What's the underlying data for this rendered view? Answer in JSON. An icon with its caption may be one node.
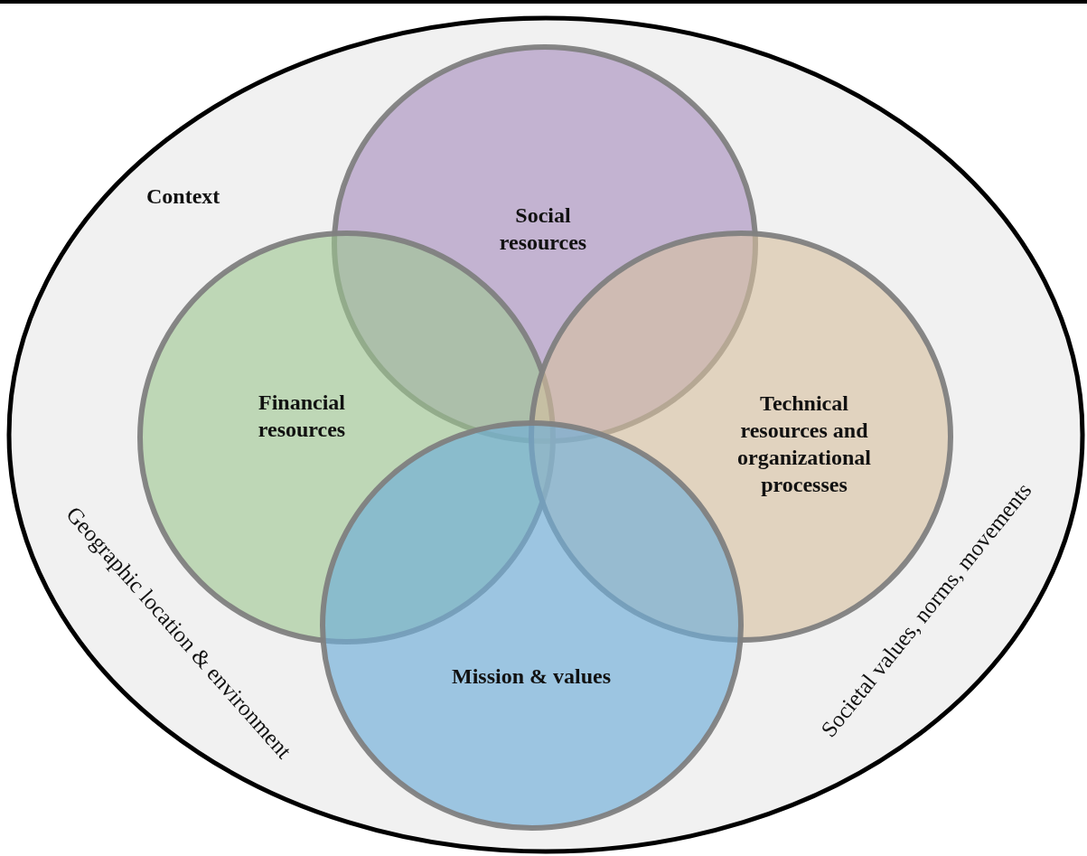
{
  "diagram": {
    "nodes": [
      {
        "text": [
          "Context",
          "Geographic location & environment",
          "Societal values, norms, movements"
        ]
      },
      {
        "text": [
          "Social resources"
        ],
        "in": 0
      },
      {
        "text": [
          "Financial resources"
        ],
        "in": 0
      },
      {
        "text": [
          "Technical resources and organizational processes"
        ],
        "in": 0
      },
      {
        "text": [
          "Mission & values"
        ],
        "in": 0
      }
    ],
    "edges": []
  }
}
